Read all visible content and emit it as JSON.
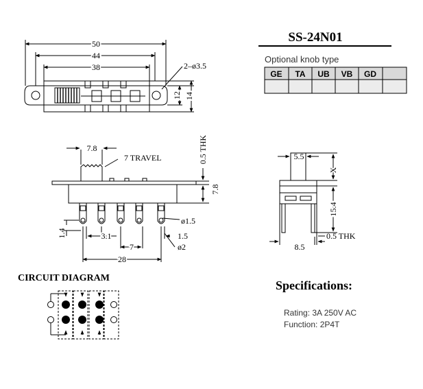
{
  "part_number": "SS-24N01",
  "knob_table": {
    "heading": "Optional knob type",
    "types": [
      "GE",
      "TA",
      "UB",
      "VB",
      "GD",
      ""
    ]
  },
  "top_view": {
    "dim_overall": "50",
    "dim_mount": "44",
    "dim_body": "38",
    "dim_holes": "2–ø3.5",
    "dim_h_inner": "12",
    "dim_h_outer": "14"
  },
  "side_view": {
    "dim_knob": "7.8",
    "dim_travel": "7 TRAVEL",
    "dim_thk": "0.5 THK",
    "dim_height": "7.8",
    "dim_pin_hole": "ø1.5",
    "dim_pin_offset": "1.4",
    "dim_pitch": "3.1",
    "dim_span": "7",
    "dim_pin_w": "1.5",
    "dim_pin_dia": "ø2",
    "dim_total": "28"
  },
  "end_view": {
    "dim_knob_w": "5.5",
    "dim_x": "X",
    "dim_pin_len": "15.4",
    "dim_base": "8.5",
    "dim_thk": "0.5 THK"
  },
  "circuit": {
    "heading": "CIRCUIT DIAGRAM"
  },
  "specs": {
    "heading": "Specifications:",
    "rating": "Rating: 3A 250V AC",
    "function": "Function: 2P4T"
  }
}
